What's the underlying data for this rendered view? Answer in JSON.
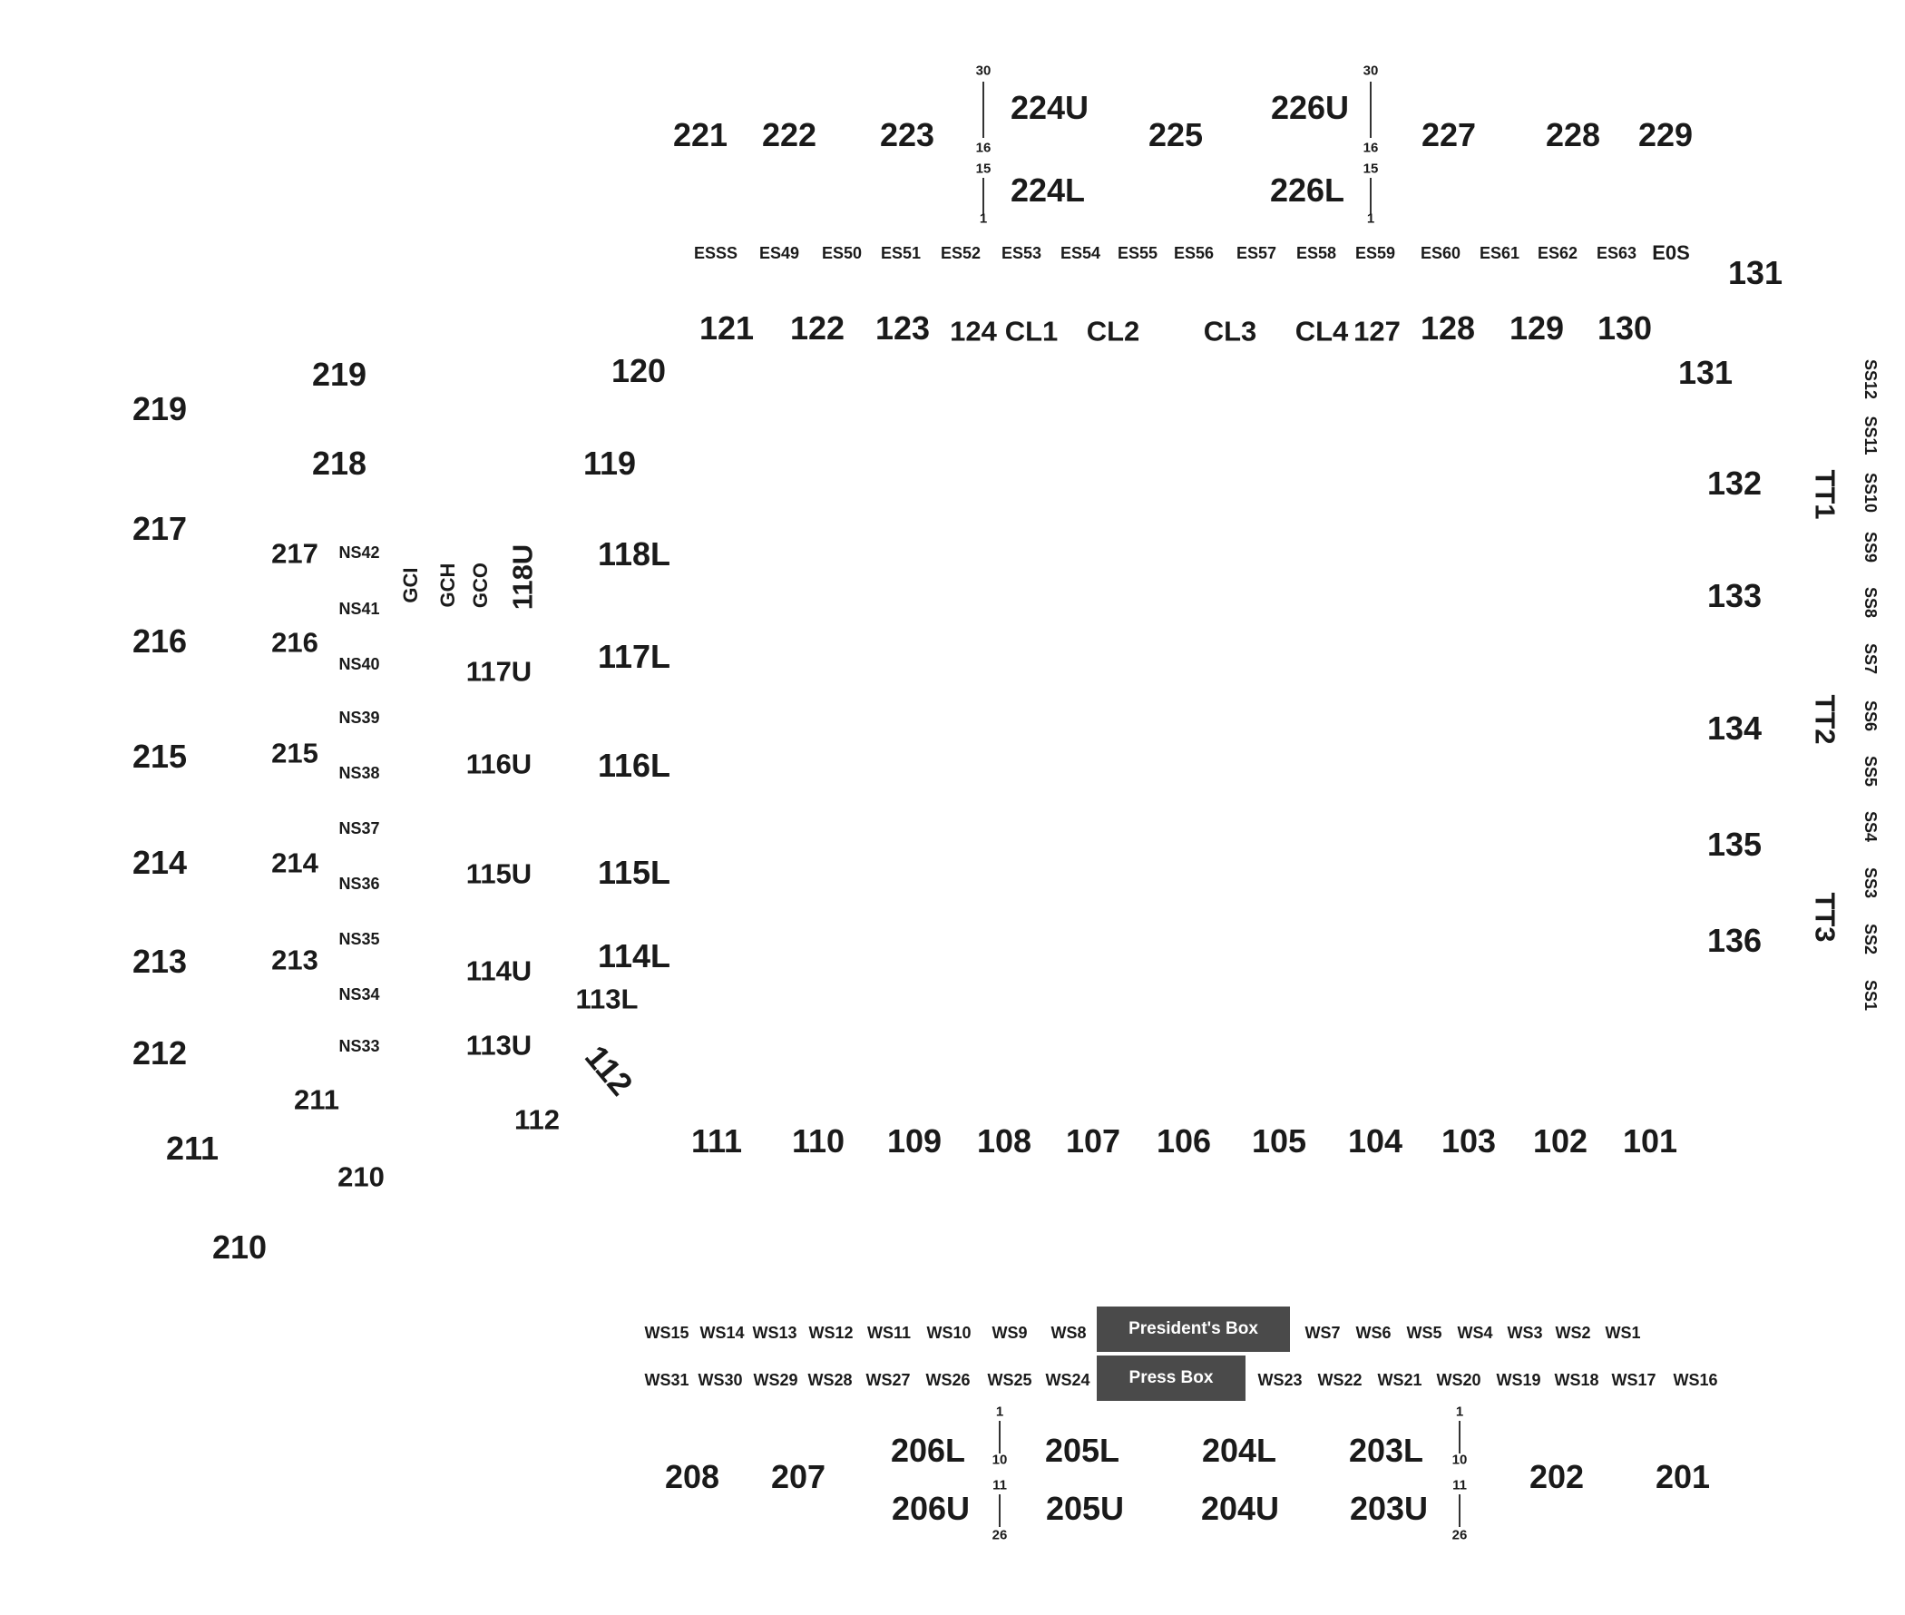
{
  "colors": {
    "text": "#1a1a1a",
    "box_fill": "#4a4a4a",
    "box_text": "#ffffff",
    "background": "#ffffff"
  },
  "upper_north": [
    "221",
    "222",
    "223",
    "224U",
    "224L",
    "225",
    "226U",
    "226L",
    "227",
    "228",
    "229"
  ],
  "row_marks": {
    "n224": {
      "top": "30",
      "mid_a": "16",
      "mid_b": "15",
      "bottom": "1"
    },
    "n226": {
      "top": "30",
      "mid_a": "16",
      "mid_b": "15",
      "bottom": "1"
    },
    "s206": {
      "top": "1",
      "mid_a": "10",
      "mid_b": "11",
      "bottom": "26"
    },
    "s203": {
      "top": "1",
      "mid_a": "10",
      "mid_b": "11",
      "bottom": "26"
    }
  },
  "east_suites": [
    "ESSS",
    "ES49",
    "ES50",
    "ES51",
    "ES52",
    "ES53",
    "ES54",
    "ES55",
    "ES56",
    "ES57",
    "ES58",
    "ES59",
    "ES60",
    "ES61",
    "ES62",
    "ES63",
    "E0S"
  ],
  "lower_north": [
    "121",
    "122",
    "123",
    "124",
    "CL1",
    "CL2",
    "CL3",
    "CL4",
    "127",
    "128",
    "129",
    "130"
  ],
  "corner_ne": [
    "131",
    "131"
  ],
  "lower_east": [
    "132",
    "133",
    "134",
    "135",
    "136"
  ],
  "tables": [
    "TT1",
    "TT2",
    "TT3"
  ],
  "south_suites": [
    "SS12",
    "SS11",
    "SS10",
    "SS9",
    "SS8",
    "SS7",
    "SS6",
    "SS5",
    "SS4",
    "SS3",
    "SS2",
    "SS1"
  ],
  "outer_west": [
    "219",
    "217",
    "216",
    "215",
    "214",
    "213",
    "212",
    "211",
    "210"
  ],
  "inner_west": [
    "219",
    "218",
    "217",
    "216",
    "215",
    "214",
    "213",
    "211",
    "210"
  ],
  "north_suites": [
    "NS42",
    "NS41",
    "NS40",
    "NS39",
    "NS38",
    "NS37",
    "NS36",
    "NS35",
    "NS34",
    "NS33"
  ],
  "galleries": [
    "GCI",
    "GCH",
    "GCO",
    "118U"
  ],
  "west_upper": [
    "117U",
    "116U",
    "115U",
    "114U",
    "113U",
    "112"
  ],
  "west_lower": [
    "120",
    "119",
    "118L",
    "117L",
    "116L",
    "115L",
    "114L",
    "113L",
    "112"
  ],
  "lower_south": [
    "111",
    "110",
    "109",
    "108",
    "107",
    "106",
    "105",
    "104",
    "103",
    "102",
    "101"
  ],
  "ws_top": [
    "WS15",
    "WS14",
    "WS13",
    "WS12",
    "WS11",
    "WS10",
    "WS9",
    "WS8",
    "WS7",
    "WS6",
    "WS5",
    "WS4",
    "WS3",
    "WS2",
    "WS1"
  ],
  "ws_bottom": [
    "WS31",
    "WS30",
    "WS29",
    "WS28",
    "WS27",
    "WS26",
    "WS25",
    "WS24",
    "WS23",
    "WS22",
    "WS21",
    "WS20",
    "WS19",
    "WS18",
    "WS17",
    "WS16"
  ],
  "boxes": {
    "president": "President's Box",
    "press": "Press Box"
  },
  "upper_south": [
    "208",
    "207",
    "206L",
    "206U",
    "205L",
    "205U",
    "204L",
    "204U",
    "203L",
    "203U",
    "202",
    "201"
  ]
}
